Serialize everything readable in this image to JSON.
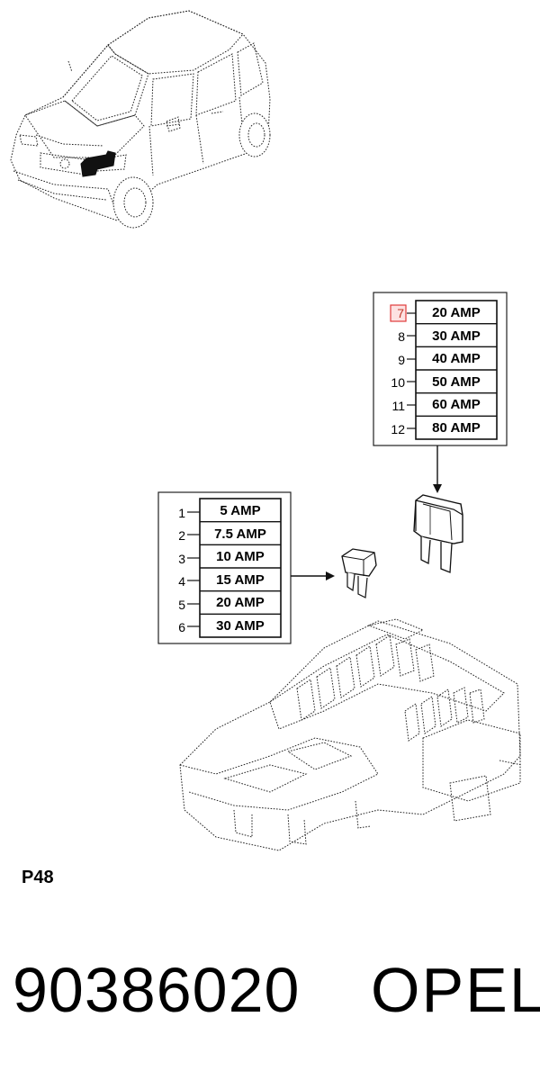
{
  "page_label": "P48",
  "part_number": "90386020",
  "brand": "OPEL",
  "highlight_color": "#e03b3b",
  "upper_fuse_table": {
    "highlighted_index": 0,
    "rows": [
      {
        "num": "7",
        "rating": "20 AMP"
      },
      {
        "num": "8",
        "rating": "30 AMP"
      },
      {
        "num": "9",
        "rating": "40 AMP"
      },
      {
        "num": "10",
        "rating": "50 AMP"
      },
      {
        "num": "11",
        "rating": "60 AMP"
      },
      {
        "num": "12",
        "rating": "80 AMP"
      }
    ]
  },
  "lower_fuse_table": {
    "rows": [
      {
        "num": "1",
        "rating": "5 AMP"
      },
      {
        "num": "2",
        "rating": "7.5 AMP"
      },
      {
        "num": "3",
        "rating": "10 AMP"
      },
      {
        "num": "4",
        "rating": "15 AMP"
      },
      {
        "num": "5",
        "rating": "20 AMP"
      },
      {
        "num": "6",
        "rating": "30 AMP"
      }
    ]
  }
}
